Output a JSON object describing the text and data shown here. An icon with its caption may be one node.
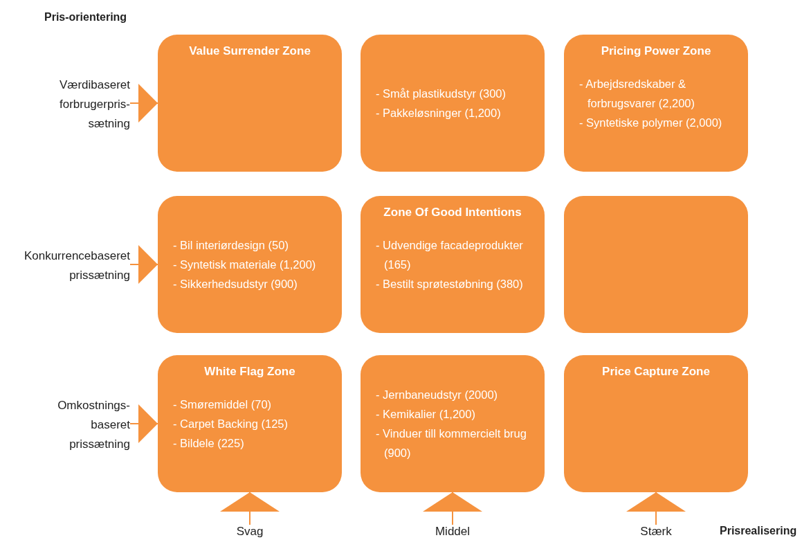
{
  "diagram": {
    "nodes": [
      {
        "text": [
          "Value Surrender Zone"
        ]
      },
      {
        "text": [
          "- Småt plastikudstyr (300)",
          "- Pakkeløsninger (1,200)"
        ]
      },
      {
        "text": [
          "Pricing Power Zone",
          "- Arbejdsredskaber & forbrugsvarer (2,200)",
          "- Syntetiske polymer (2,000)"
        ]
      },
      {
        "text": [
          "- Bil interiørdesign (50)",
          "- Syntetisk materiale (1,200)",
          "- Sikkerhedsudstyr (900)"
        ]
      },
      {
        "text": [
          "Zone Of Good Intentions",
          "- Udvendige facadeprodukter (165)",
          "- Bestilt sprøtestøbning (380)"
        ]
      },
      {
        "text": [],
        "shape": "box"
      },
      {
        "text": [
          "White Flag Zone",
          "- Smøremiddel (70)",
          "- Carpet Backing (125)",
          "- Bildele (225)"
        ]
      },
      {
        "text": [
          "- Jernbaneudstyr (2000)",
          "- Kemikalier (1,200)",
          "- Vinduer till kommercielt brug (900)"
        ]
      },
      {
        "text": [
          "Price Capture Zone"
        ]
      },
      {
        "text": [
          "Værdibaseret forbrugerpris- sætning"
        ]
      },
      {
        "text": [
          "Konkurrencebaseret prissætning"
        ]
      },
      {
        "text": [
          "Omkostnings- baseret prissætning"
        ]
      },
      {
        "text": [
          "Svag"
        ]
      },
      {
        "text": [
          "Middel"
        ]
      },
      {
        "text": [
          "Stærk"
        ]
      }
    ],
    "edges": [
      {
        "from": 9,
        "to": 0,
        "arrow": "to"
      },
      {
        "from": 10,
        "to": 3,
        "arrow": "to"
      },
      {
        "from": 11,
        "to": 6,
        "arrow": "to"
      },
      {
        "from": 12,
        "to": 6,
        "arrow": "to"
      },
      {
        "from": 13,
        "to": 7,
        "arrow": "to"
      },
      {
        "from": 14,
        "to": 8,
        "arrow": "to"
      }
    ],
    "labels": [
      "Pris-orientering",
      "Prisrealisering"
    ]
  }
}
